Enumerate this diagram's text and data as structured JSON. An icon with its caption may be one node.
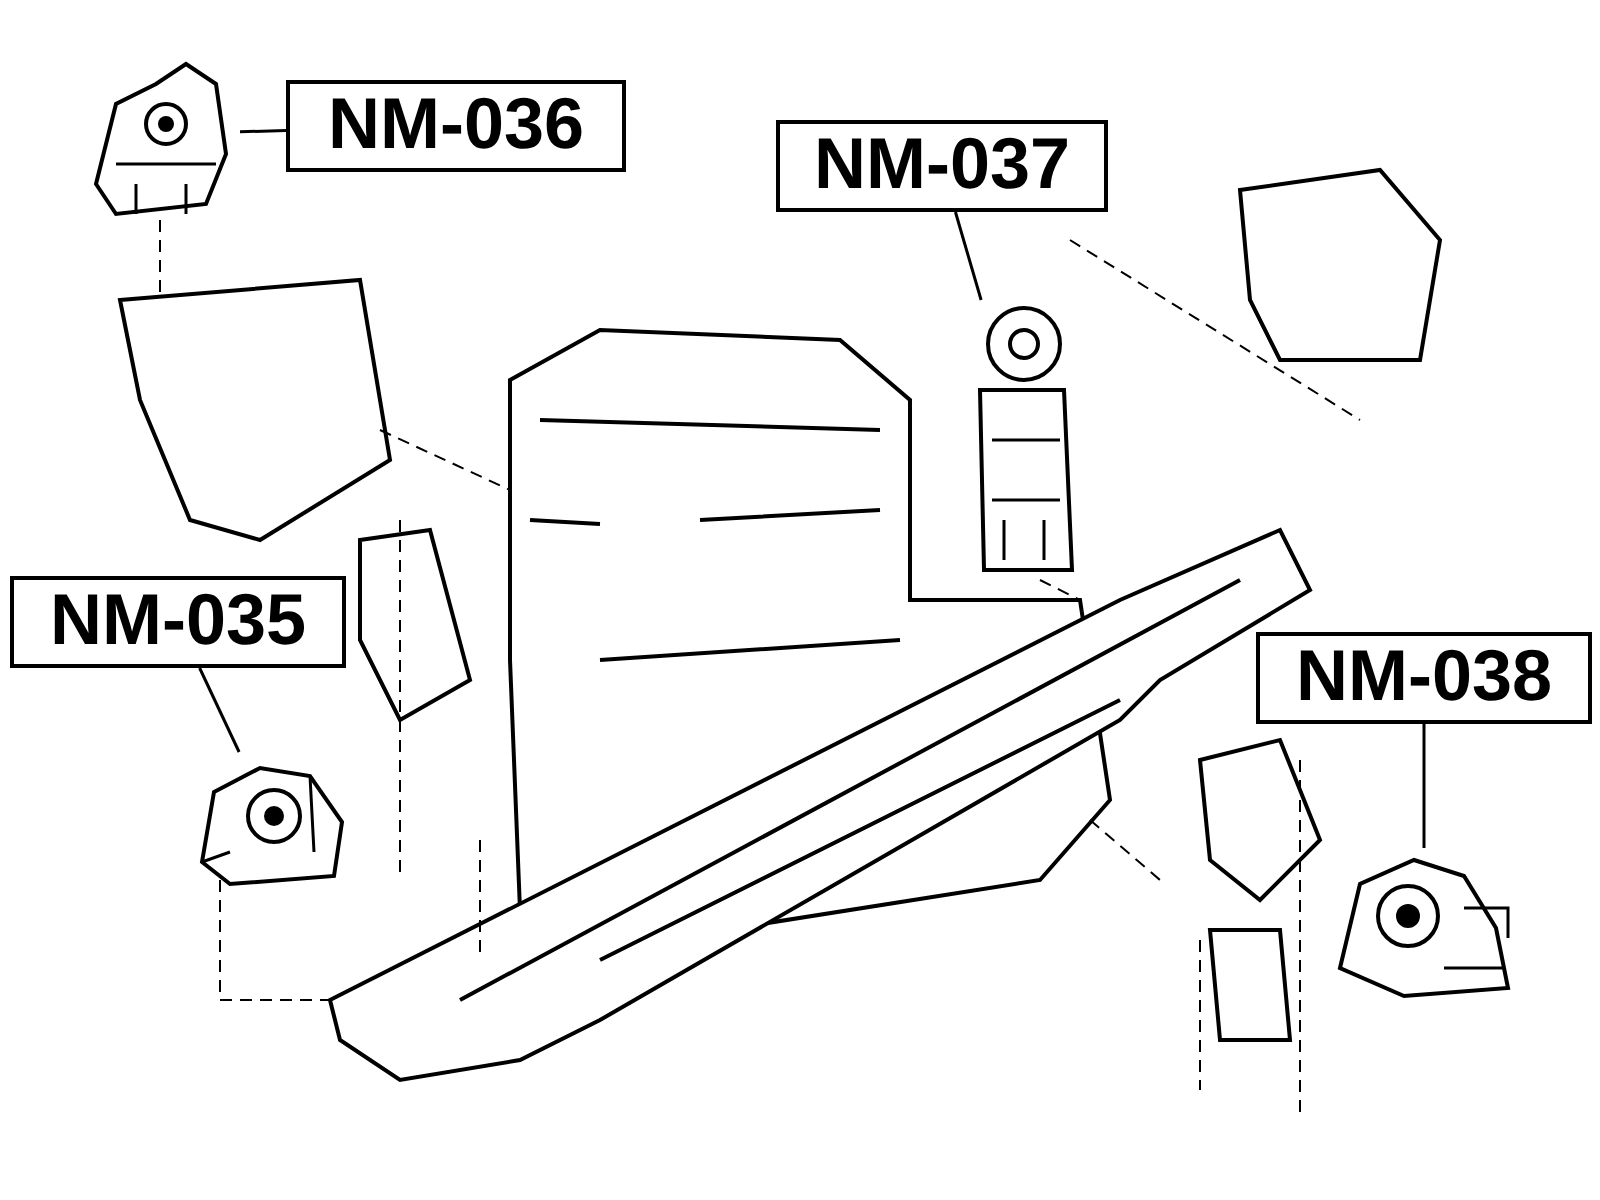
{
  "diagram": {
    "nodes": [
      {
        "text": [
          "NM-036"
        ]
      },
      {
        "text": [],
        "shape": "picture"
      },
      {
        "text": [
          "NM-037"
        ]
      },
      {
        "text": [],
        "shape": "picture"
      },
      {
        "text": [
          "NM-035"
        ]
      },
      {
        "text": [],
        "shape": "picture"
      },
      {
        "text": [
          "NM-038"
        ]
      },
      {
        "text": [],
        "shape": "picture"
      }
    ],
    "edges": [
      {
        "from": 0,
        "to": 1,
        "arrow": "none"
      },
      {
        "from": 2,
        "to": 3,
        "arrow": "none"
      },
      {
        "from": 4,
        "to": 5,
        "arrow": "none"
      },
      {
        "from": 6,
        "to": 7,
        "arrow": "none"
      }
    ]
  }
}
